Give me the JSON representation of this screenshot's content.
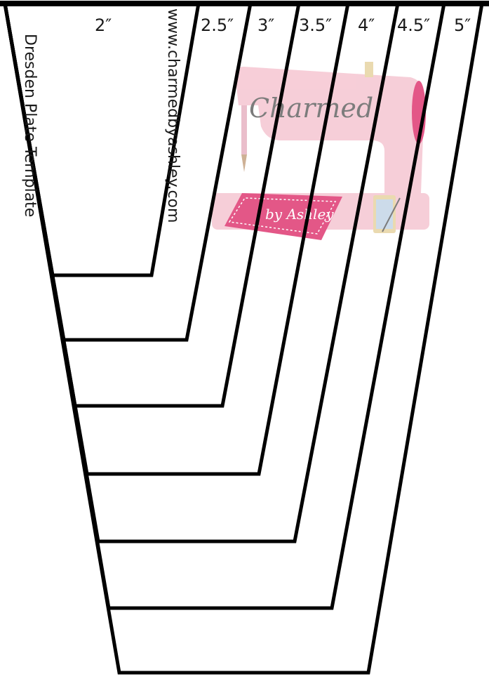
{
  "template": {
    "title": "Dresden Plate Template",
    "website": "www.charmedbyashley.com",
    "sizes": [
      "2″",
      "2.5″",
      "3″",
      "3.5″",
      "4″",
      "4.5″",
      "5″"
    ]
  },
  "logo": {
    "title": "Charmed",
    "subtitle": "by Ashley",
    "colors": {
      "machine": "#f6c9d4",
      "machine_dark": "#ec9fb2",
      "accent": "#e0457b",
      "text": "#6e6e6e"
    }
  },
  "colors": {
    "line": "#000000",
    "background": "#ffffff"
  }
}
